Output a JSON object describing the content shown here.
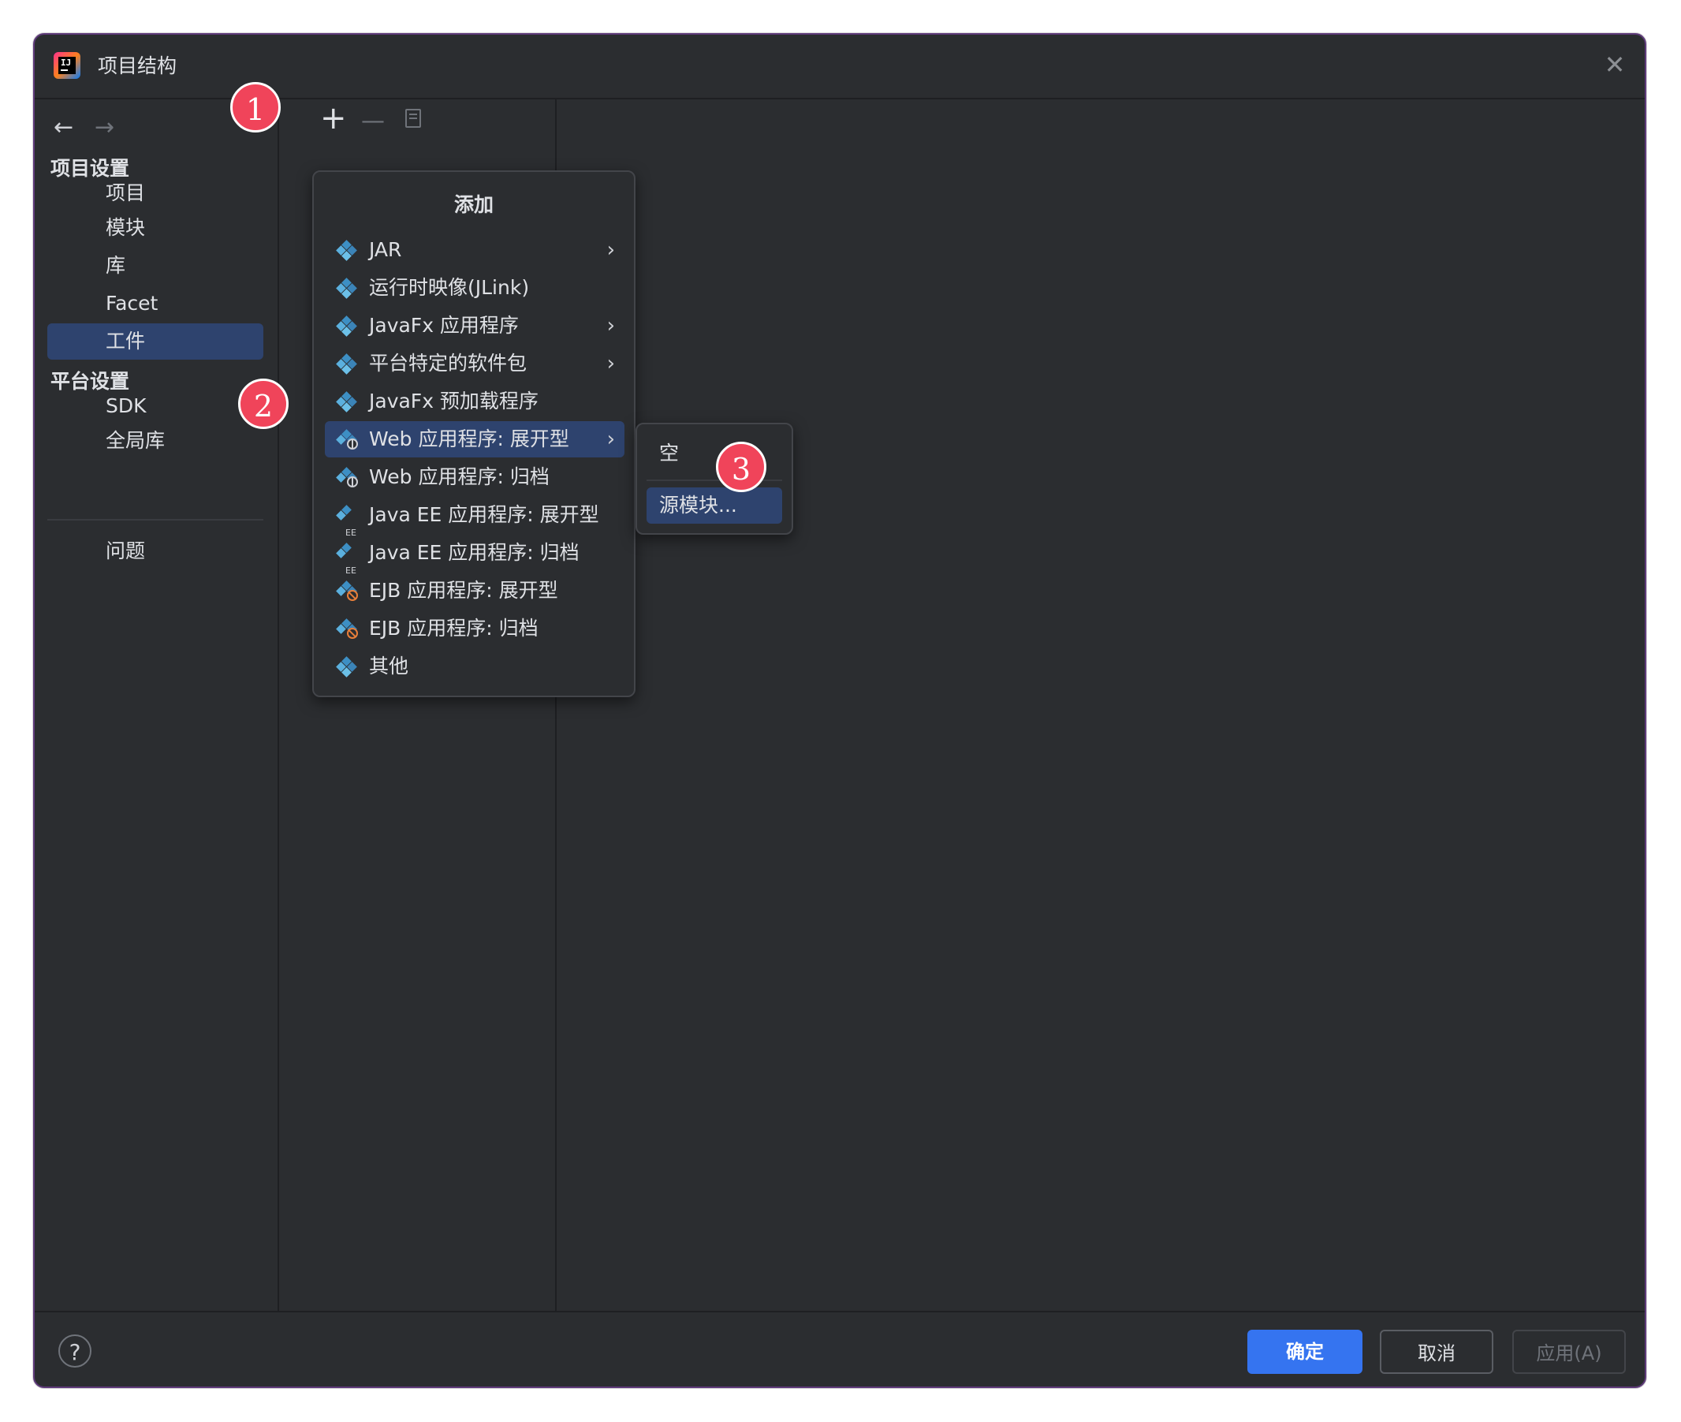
{
  "window": {
    "title": "项目结构"
  },
  "sidebar": {
    "project_settings_header": "项目设置",
    "project_items": [
      "项目",
      "模块",
      "库",
      "Facet",
      "工件"
    ],
    "platform_settings_header": "平台设置",
    "platform_items": [
      "SDK",
      "全局库"
    ],
    "problems": "问题"
  },
  "toolbar": {
    "add": "+",
    "remove": "—"
  },
  "menu": {
    "title": "添加",
    "items": [
      {
        "label": "JAR",
        "has_submenu": true
      },
      {
        "label": "运行时映像(JLink)",
        "has_submenu": false
      },
      {
        "label": "JavaFx 应用程序",
        "has_submenu": true
      },
      {
        "label": "平台特定的软件包",
        "has_submenu": true
      },
      {
        "label": "JavaFx 预加载程序",
        "has_submenu": false
      },
      {
        "label": "Web 应用程序: 展开型",
        "has_submenu": true
      },
      {
        "label": "Web 应用程序: 归档",
        "has_submenu": false
      },
      {
        "label": "Java EE 应用程序: 展开型",
        "has_submenu": false
      },
      {
        "label": "Java EE 应用程序: 归档",
        "has_submenu": false
      },
      {
        "label": "EJB 应用程序: 展开型",
        "has_submenu": false
      },
      {
        "label": "EJB 应用程序: 归档",
        "has_submenu": false
      },
      {
        "label": "其他",
        "has_submenu": false
      }
    ],
    "ee_badge": "EE",
    "chevron": "›"
  },
  "submenu": {
    "items": [
      "空",
      "源模块..."
    ]
  },
  "markers": [
    "1",
    "2",
    "3"
  ],
  "footer": {
    "help": "?",
    "ok": "确定",
    "cancel": "取消",
    "apply": "应用(A)"
  },
  "colors": {
    "accent": "#3574f0",
    "selection": "#2e436e",
    "marker": "#f0445a",
    "background": "#2b2d30"
  }
}
